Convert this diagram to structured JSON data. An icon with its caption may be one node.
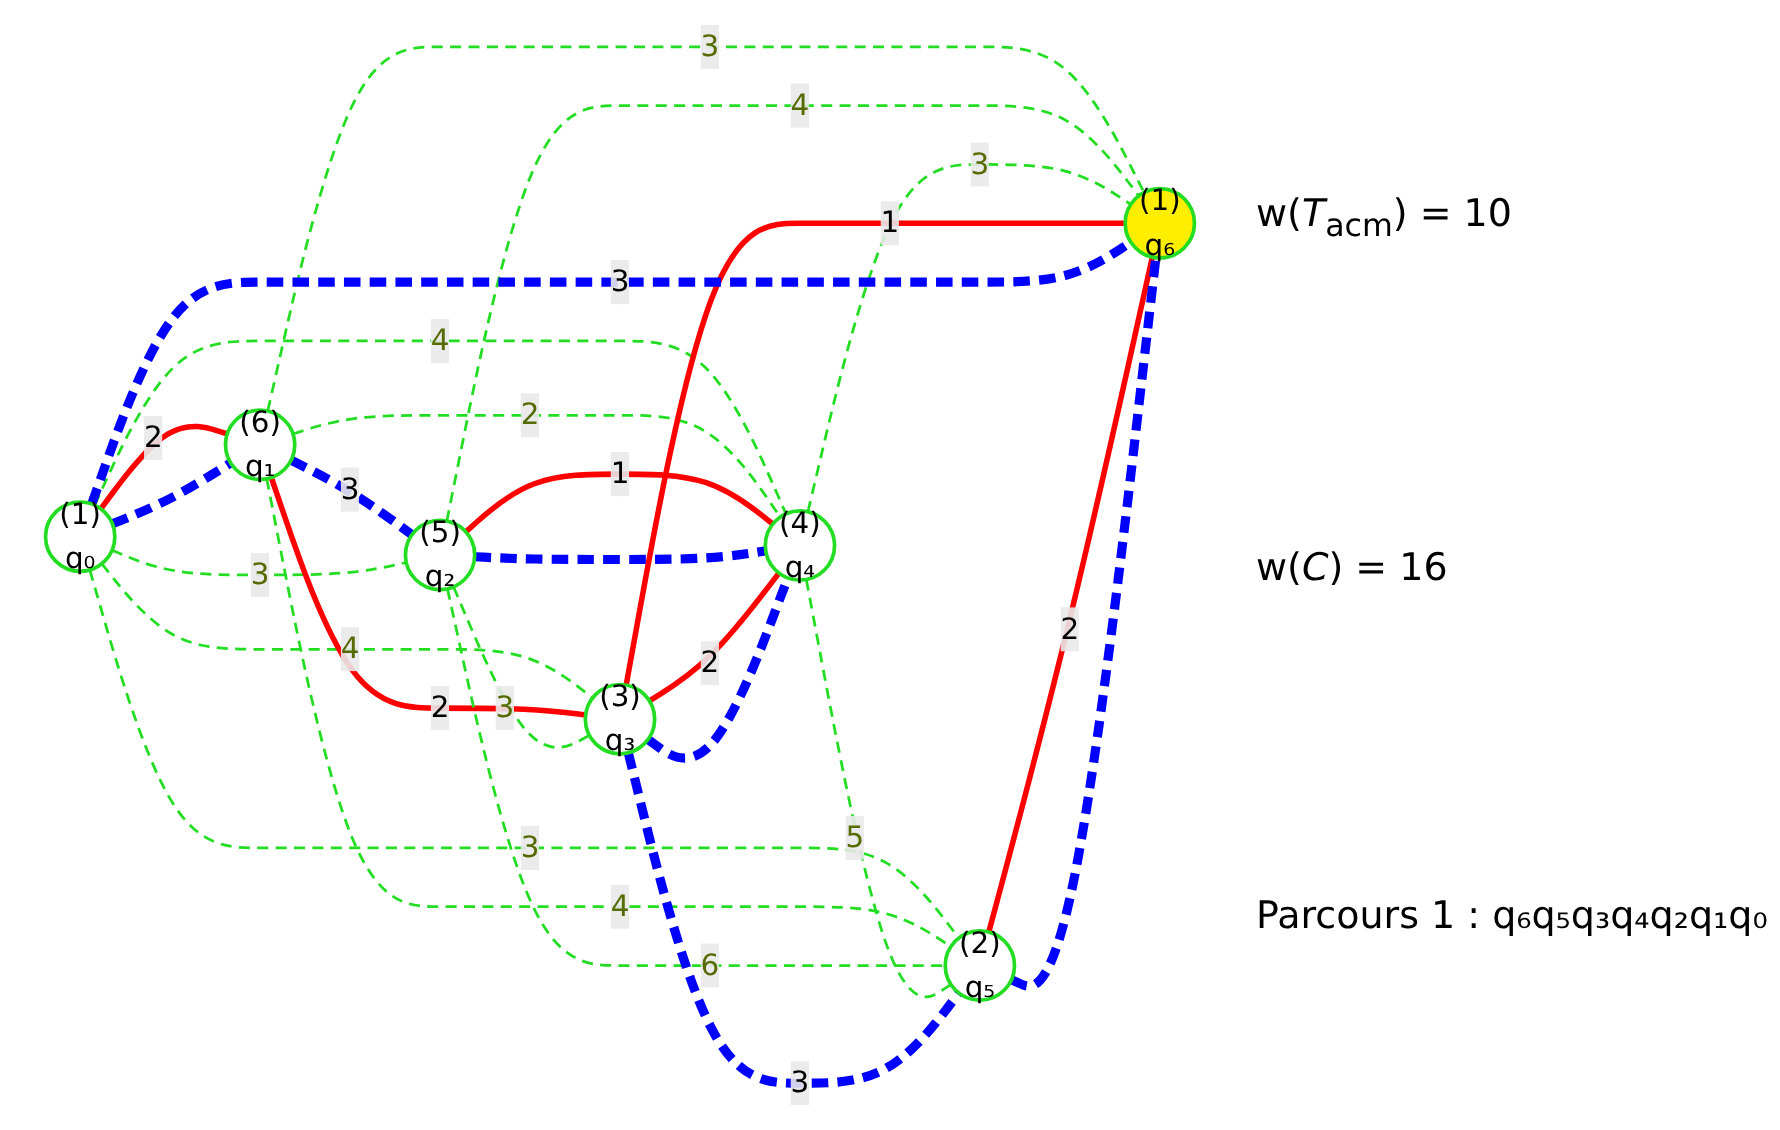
{
  "diagram": {
    "nodes": [
      {
        "text": [
          "(1)",
          "q₀"
        ]
      },
      {
        "text": [
          "(6)",
          "q₁"
        ]
      },
      {
        "text": [
          "(5)",
          "q₂"
        ]
      },
      {
        "text": [
          "(3)",
          "q₃"
        ]
      },
      {
        "text": [
          "(4)",
          "q₄"
        ]
      },
      {
        "text": [
          "(2)",
          "q₅"
        ]
      },
      {
        "text": [
          "(1)",
          "q₆"
        ]
      }
    ],
    "edges": [
      {
        "from": 0,
        "to": 1,
        "arrow": "none",
        "label": "2",
        "color": "#ff0000"
      },
      {
        "from": 0,
        "to": 1,
        "arrow": "none",
        "style": "dashed",
        "color": "#0000ff"
      },
      {
        "from": 1,
        "to": 2,
        "arrow": "none",
        "label": "3",
        "style": "dashed",
        "color": "#0000ff"
      },
      {
        "from": 0,
        "to": 2,
        "arrow": "none",
        "label": "3",
        "style": "dashed"
      },
      {
        "from": 0,
        "to": 5,
        "arrow": "none",
        "label": "3",
        "style": "dashed"
      },
      {
        "from": 0,
        "to": 4,
        "arrow": "none",
        "label": "4",
        "style": "dashed"
      },
      {
        "from": 0,
        "to": 3,
        "arrow": "none",
        "label": "4",
        "style": "dashed"
      },
      {
        "from": 1,
        "to": 3,
        "arrow": "none",
        "label": "2",
        "color": "#ff0000"
      },
      {
        "from": 1,
        "to": 4,
        "arrow": "none",
        "label": "2",
        "style": "dashed"
      },
      {
        "from": 1,
        "to": 5,
        "arrow": "none",
        "label": "4",
        "style": "dashed"
      },
      {
        "from": 1,
        "to": 6,
        "arrow": "none",
        "label": "3",
        "style": "dashed"
      },
      {
        "from": 2,
        "to": 4,
        "arrow": "none",
        "label": "1",
        "color": "#ff0000"
      },
      {
        "from": 2,
        "to": 4,
        "arrow": "none",
        "style": "dashed",
        "color": "#0000ff"
      },
      {
        "from": 2,
        "to": 5,
        "arrow": "none",
        "label": "6",
        "style": "dashed"
      },
      {
        "from": 2,
        "to": 3,
        "arrow": "none",
        "label": "3",
        "style": "dashed"
      },
      {
        "from": 2,
        "to": 6,
        "arrow": "none",
        "label": "4",
        "style": "dashed"
      },
      {
        "from": 3,
        "to": 4,
        "arrow": "none",
        "label": "2",
        "color": "#ff0000"
      },
      {
        "from": 3,
        "to": 4,
        "arrow": "none",
        "style": "dashed",
        "color": "#0000ff"
      },
      {
        "from": 4,
        "to": 5,
        "arrow": "none",
        "label": "5",
        "style": "dashed"
      },
      {
        "from": 3,
        "to": 5,
        "arrow": "none",
        "label": "3",
        "style": "dashed",
        "color": "#0000ff"
      },
      {
        "from": 4,
        "to": 6,
        "arrow": "none",
        "label": "3",
        "style": "dashed"
      },
      {
        "from": 3,
        "to": 6,
        "arrow": "none",
        "label": "1",
        "color": "#ff0000"
      },
      {
        "from": 0,
        "to": 6,
        "arrow": "none",
        "label": "3",
        "style": "dashed",
        "color": "#0000ff"
      },
      {
        "from": 5,
        "to": 6,
        "arrow": "none",
        "label": "2",
        "color": "#ff0000"
      },
      {
        "from": 5,
        "to": 6,
        "arrow": "none",
        "style": "dashed",
        "color": "#0000ff"
      }
    ],
    "labels": [
      "w(*T*$_{acm}$) = 10",
      "w(*C*) = 16",
      "Parcours 1 : q₆q₅q₃q₄q₂q₁q₀"
    ]
  }
}
